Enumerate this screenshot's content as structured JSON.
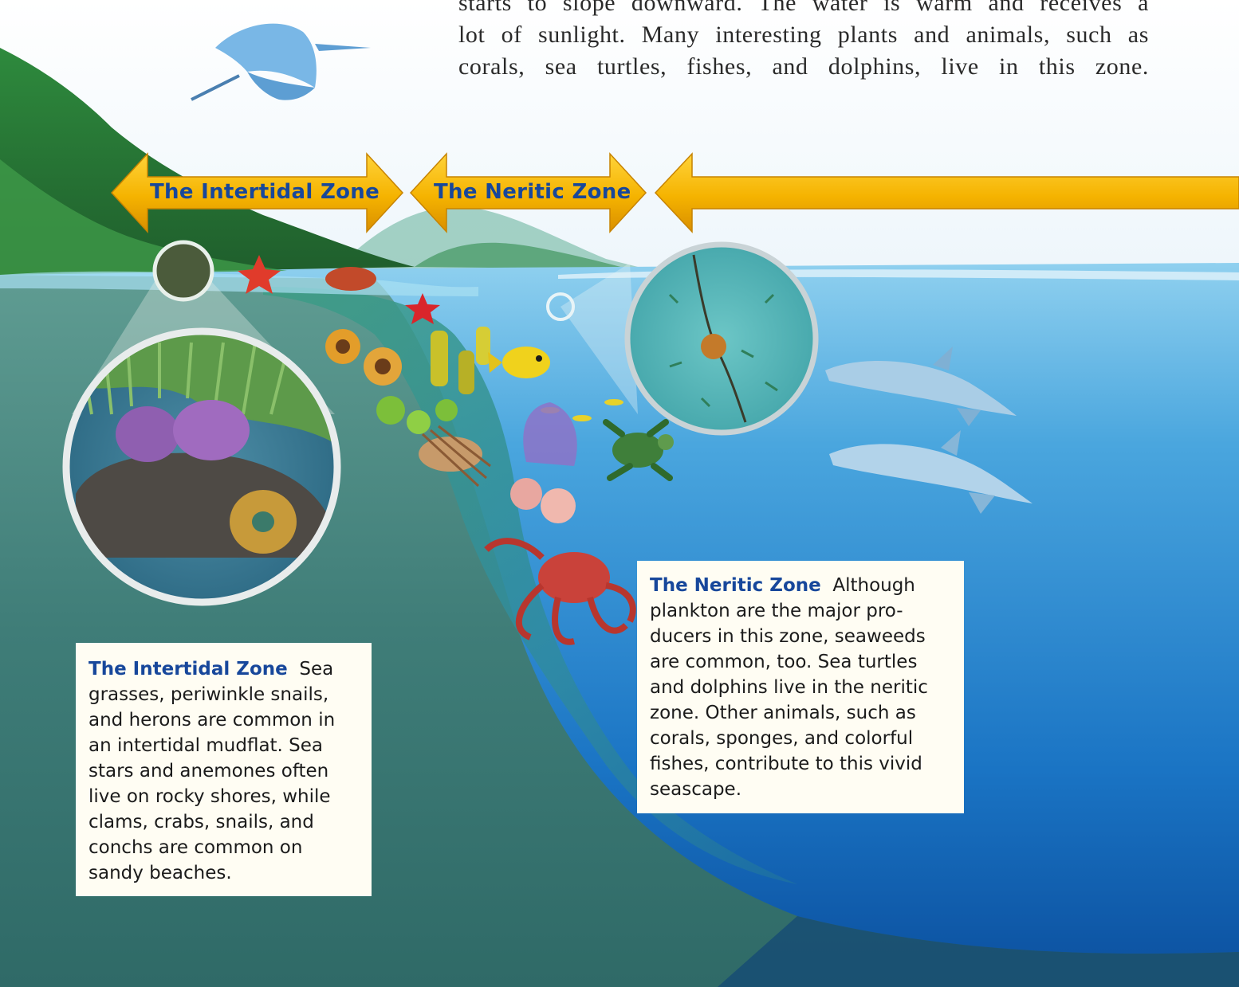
{
  "intro_text": {
    "lines": [
      "starts to slope downward. The water is warm and receives a",
      "lot of sunlight. Many interesting plants and animals, such as",
      "corals, sea turtles, fishes, and dolphins, live in this zone."
    ]
  },
  "zone_arrows": {
    "intertidal_label": "The Intertidal Zone",
    "neritic_label": "The Neritic Zone",
    "arrow_color": "#f5b800"
  },
  "captions": {
    "intertidal": {
      "title": "The Intertidal Zone",
      "first_line_rest": "Sea",
      "lines": [
        "grasses, periwinkle snails,",
        "and herons are common in",
        "an intertidal mudflat. Sea",
        "stars and anemones often",
        "live on rocky shores, while",
        "clams, crabs, snails, and",
        "conchs are common on",
        "sandy beaches."
      ]
    },
    "neritic": {
      "title": "The Neritic Zone",
      "first_line_rest": "Although",
      "lines": [
        "plankton are the major pro-",
        "ducers in this zone, seaweeds",
        "are common, too. Sea turtles",
        "and dolphins live in the neritic",
        "zone. Other animals, such as",
        "corals, sponges, and colorful",
        "fishes, contribute to this vivid",
        "seascape."
      ]
    }
  },
  "colors": {
    "ocean_light": "#62b8e6",
    "ocean_deep": "#0b56a8",
    "seafloor": "#3f7f79",
    "title_blue": "#17479b"
  }
}
